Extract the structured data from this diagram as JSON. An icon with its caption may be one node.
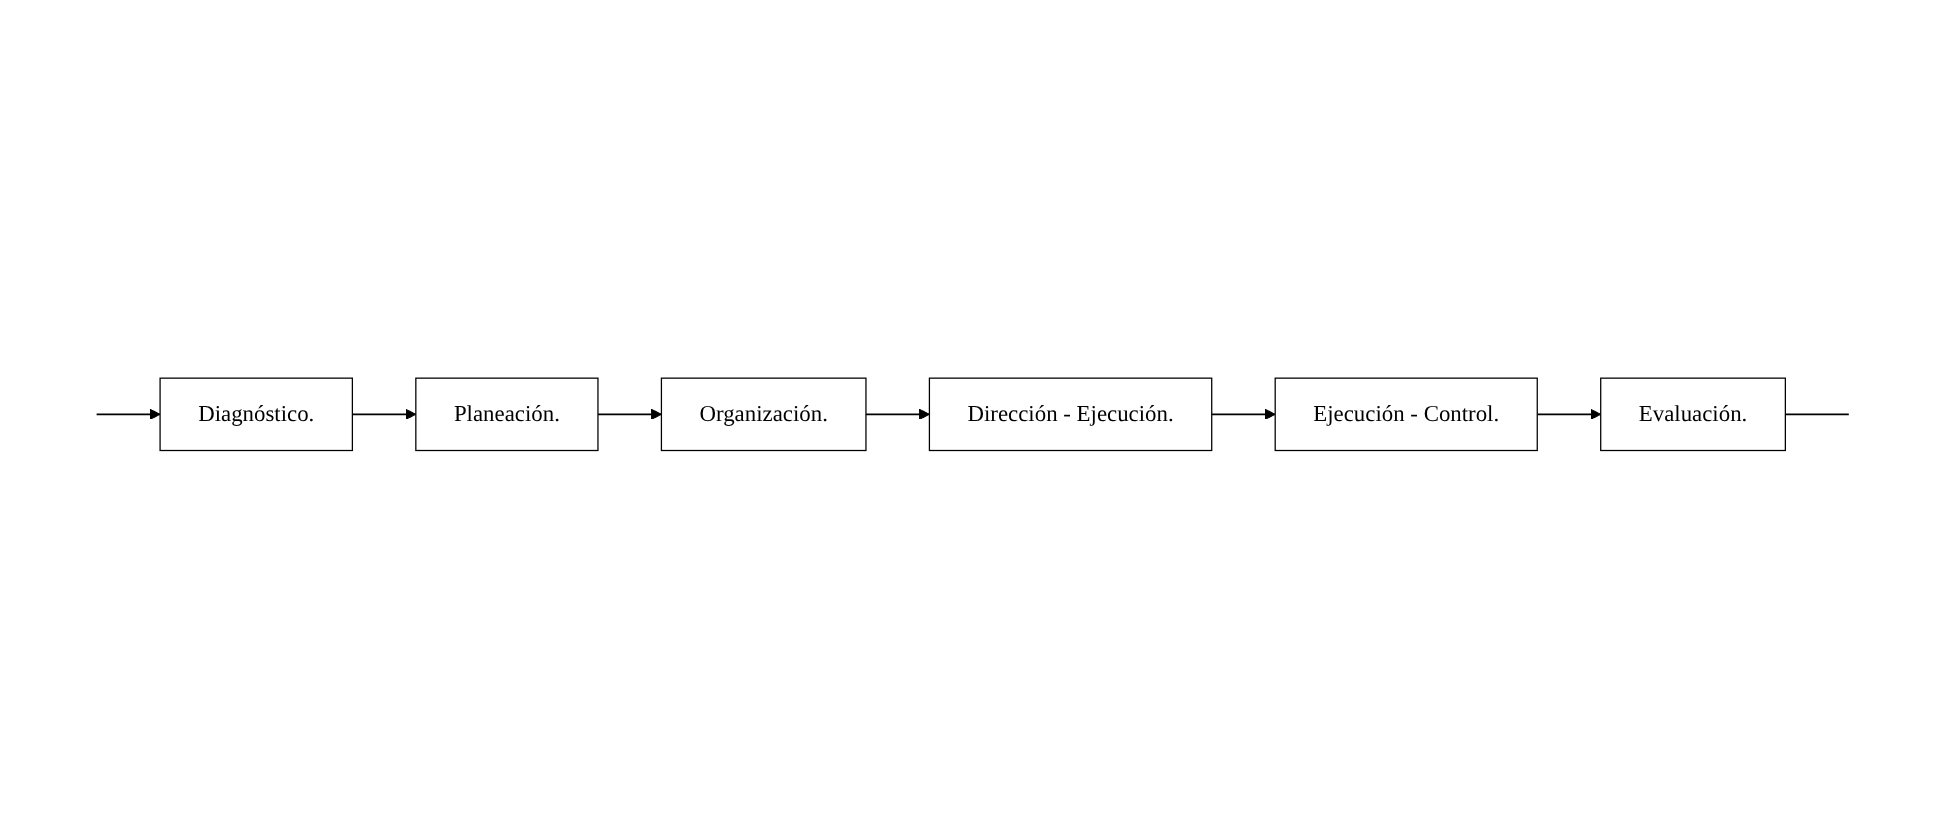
{
  "diagram": {
    "nodes": [
      {
        "text": [
          "Diagnóstico."
        ]
      },
      {
        "text": [
          "Planeación."
        ]
      },
      {
        "text": [
          "Organización."
        ]
      },
      {
        "text": [
          "Dirección - Ejecución."
        ]
      },
      {
        "text": [
          "Ejecución - Control."
        ]
      },
      {
        "text": [
          "Evaluación."
        ]
      }
    ],
    "edges": [
      {
        "from": 0,
        "to": 1,
        "arrow": "to"
      },
      {
        "from": 1,
        "to": 2,
        "arrow": "to"
      },
      {
        "from": 2,
        "to": 3,
        "arrow": "to"
      },
      {
        "from": 3,
        "to": 4,
        "arrow": "to"
      },
      {
        "from": 4,
        "to": 5,
        "arrow": "to"
      },
      {
        "from": null,
        "to": 0,
        "arrow": "to"
      },
      {
        "from": 5,
        "to": null,
        "arrow": "none"
      }
    ]
  }
}
